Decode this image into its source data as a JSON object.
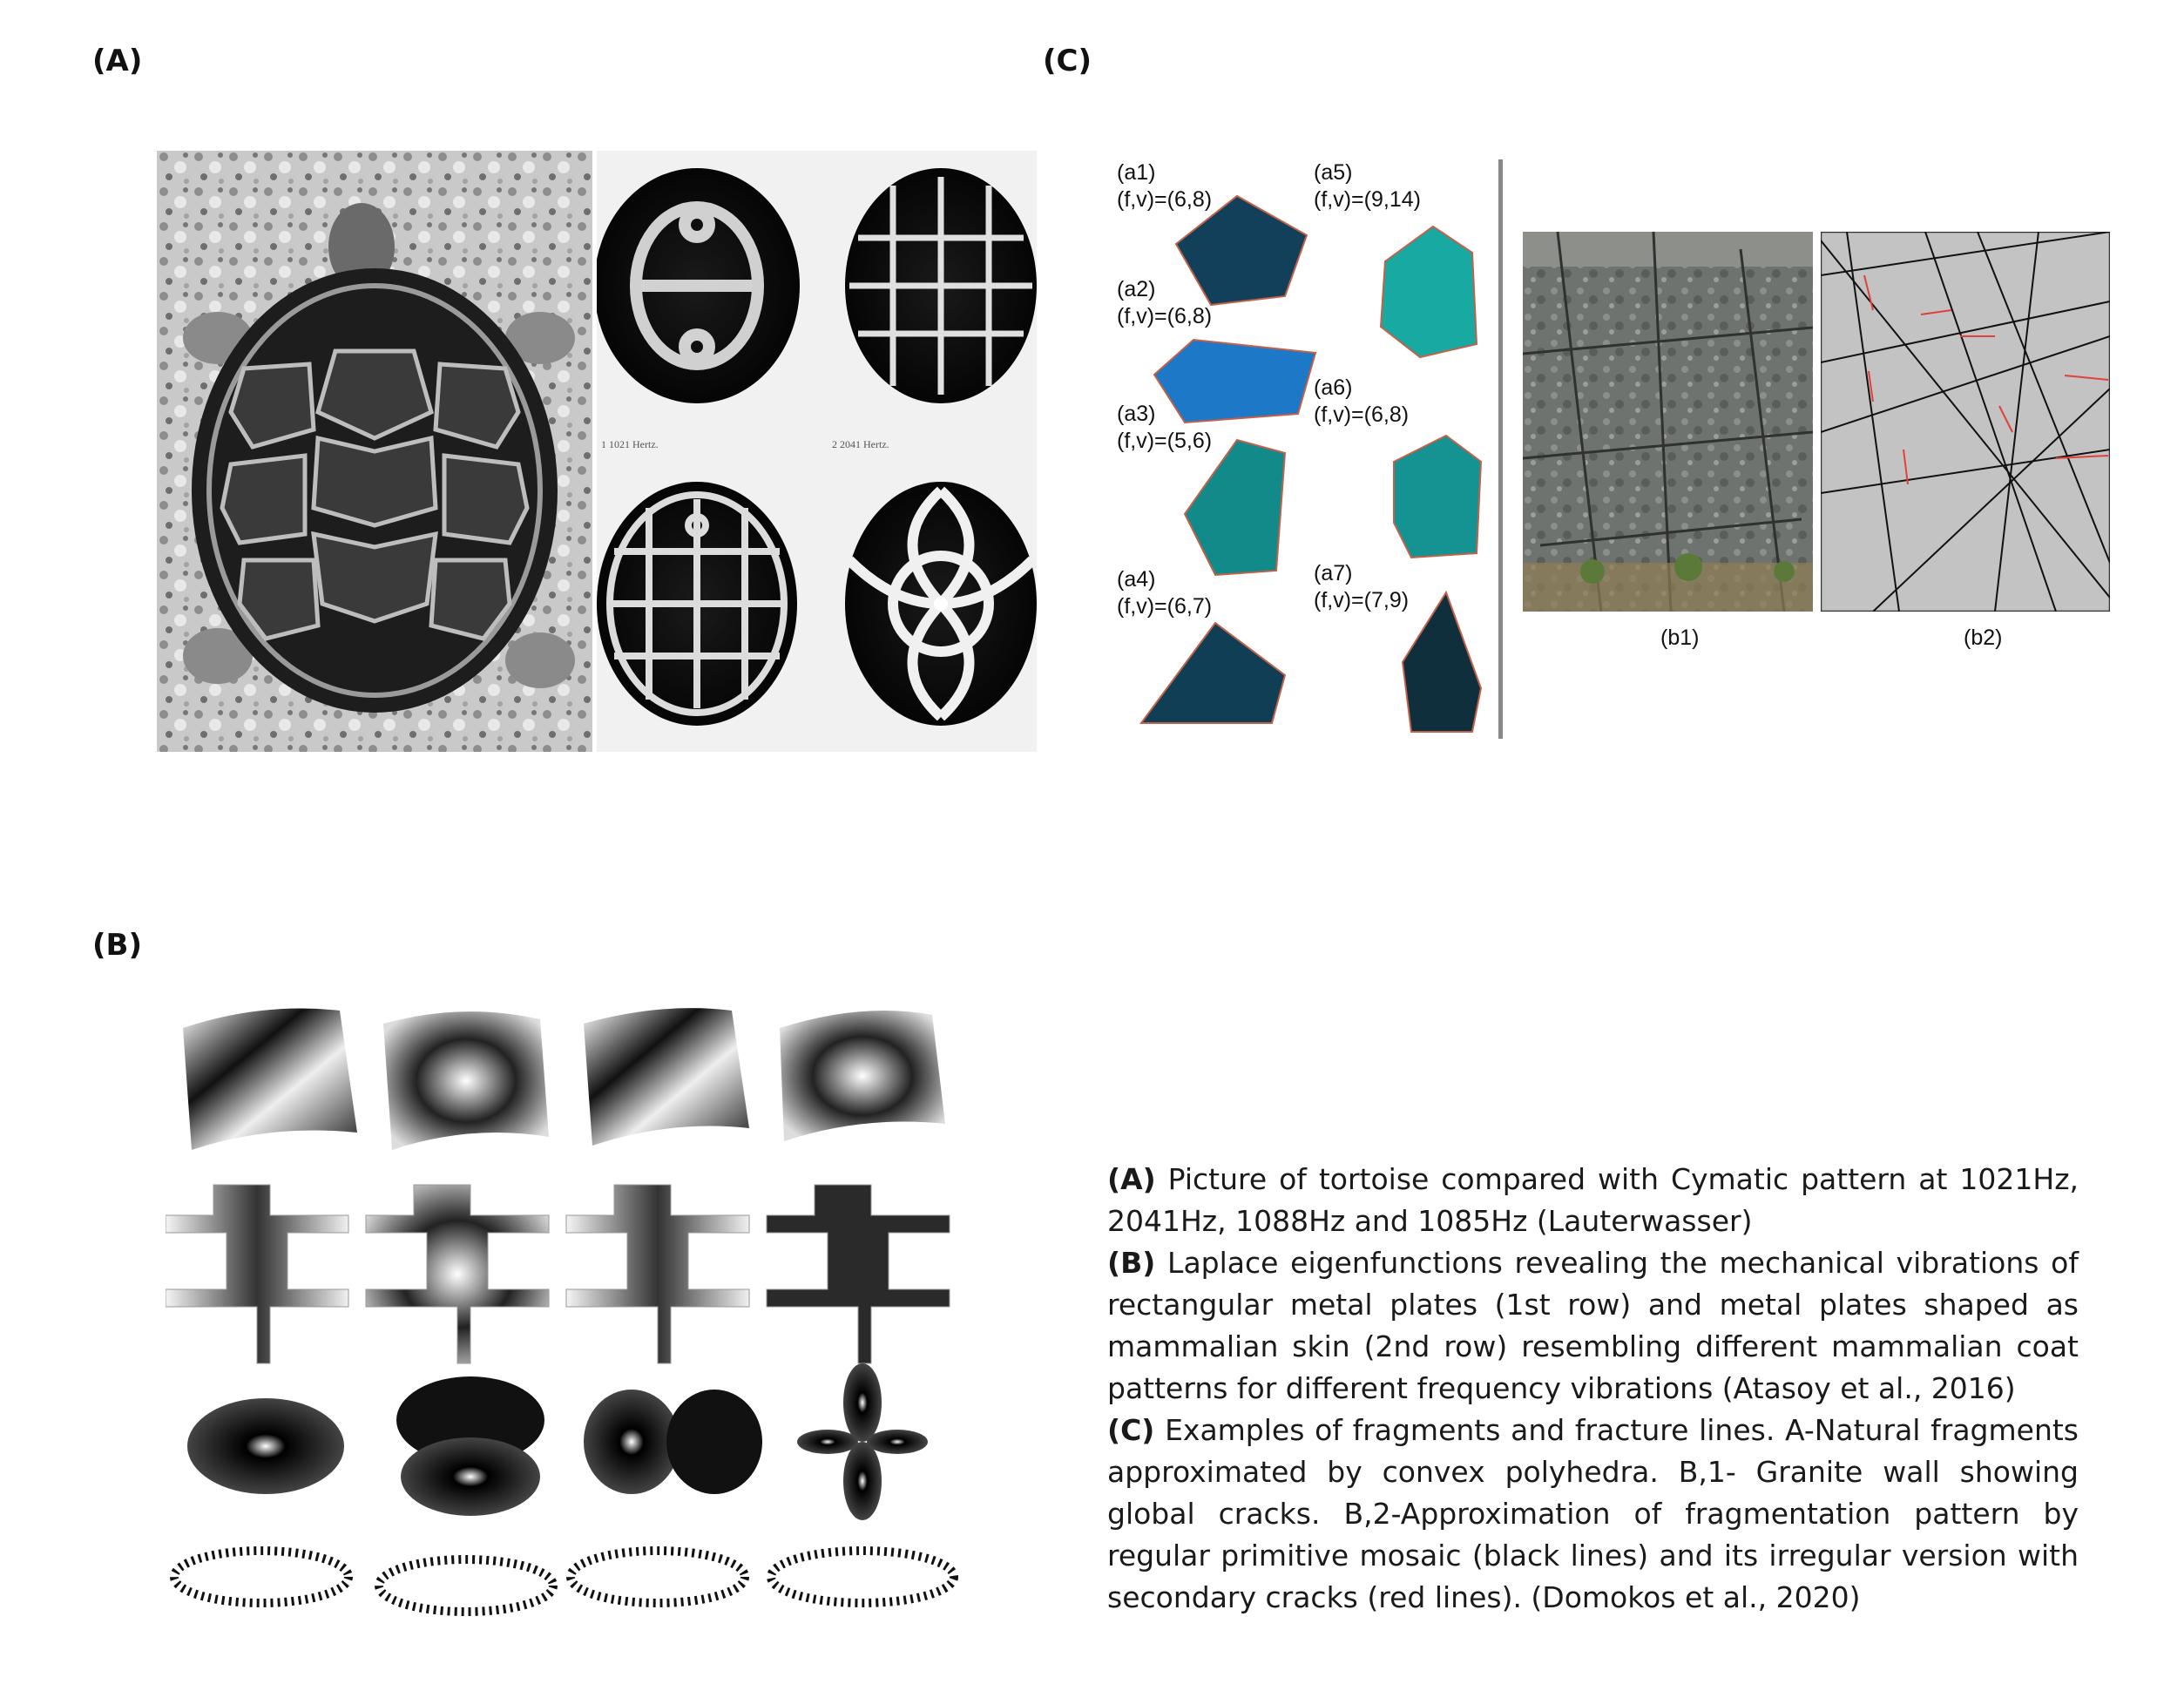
{
  "labels": {
    "a": "(A)",
    "b": "(B)",
    "c": "(C)"
  },
  "panel_a": {
    "plate_captions": [
      "1   1021 Hertz.",
      "2   2041 Hertz."
    ]
  },
  "panel_c": {
    "fragments": [
      {
        "id": "(a1)",
        "fv": "(f,v)=(6,8)"
      },
      {
        "id": "(a2)",
        "fv": "(f,v)=(6,8)"
      },
      {
        "id": "(a3)",
        "fv": "(f,v)=(5,6)"
      },
      {
        "id": "(a4)",
        "fv": "(f,v)=(6,7)"
      },
      {
        "id": "(a5)",
        "fv": "(f,v)=(9,14)"
      },
      {
        "id": "(a6)",
        "fv": "(f,v)=(6,8)"
      },
      {
        "id": "(a7)",
        "fv": "(f,v)=(7,9)"
      }
    ],
    "sub_labels": {
      "b1": "(b1)",
      "b2": "(b2)"
    }
  },
  "caption": {
    "a_label": "(A)",
    "a_text": " Picture of tortoise compared with Cymatic pattern at 1021Hz, 2041Hz, 1088Hz and 1085Hz (Lauterwasser)",
    "b_label": "(B)",
    "b_text": " Laplace eigenfunctions revealing the mechanical vibrations of rectangular metal plates (1st row) and metal plates shaped as mammalian skin (2nd row) resembling different mammalian coat patterns for different frequency vibrations (Atasoy et al., 2016)",
    "c_label": "(C)",
    "c_text": " Examples of fragments and fracture lines. A-Natural fragments approximated by convex polyhedra. B,1- Granite wall showing global cracks. B,2-Approximation of fragmentation pattern by regular primitive mosaic (black lines) and its irregular version with secondary cracks (red lines). (Domokos et al., 2020)"
  }
}
